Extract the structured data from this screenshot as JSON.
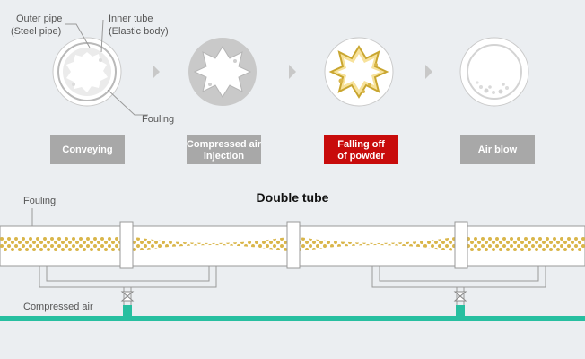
{
  "labels": {
    "outer_pipe_1": "Outer pipe",
    "outer_pipe_2": "(Steel pipe)",
    "inner_tube_1": "Inner tube",
    "inner_tube_2": "(Elastic body)",
    "fouling_top": "Fouling",
    "fouling_bottom": "Fouling",
    "compressed_air": "Compressed air",
    "double_tube": "Double tube"
  },
  "steps": [
    {
      "lines": [
        "Conveying"
      ],
      "active": false
    },
    {
      "lines": [
        "Compressed air",
        "injection"
      ],
      "active": false
    },
    {
      "lines": [
        "Falling off",
        "of powder"
      ],
      "active": true
    },
    {
      "lines": [
        "Air blow"
      ],
      "active": false
    }
  ],
  "colors": {
    "background": "#ebeef1",
    "step_button": "#a8a8a8",
    "step_button_active": "#c80b0b",
    "powder": "#d9b64a",
    "air_line": "#27bfa0",
    "pipe_stroke": "#999999"
  }
}
